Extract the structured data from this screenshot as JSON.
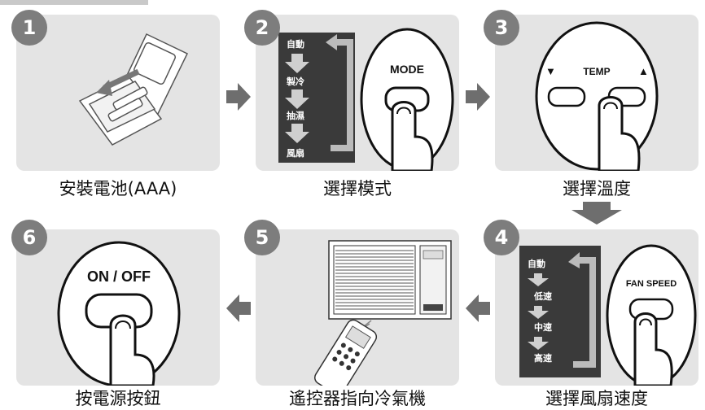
{
  "steps": [
    {
      "number": "1",
      "caption": "安裝電池(AAA)"
    },
    {
      "number": "2",
      "caption": "選擇模式",
      "button": "MODE",
      "modes": [
        "自動",
        "製冷",
        "抽濕",
        "風扇"
      ]
    },
    {
      "number": "3",
      "caption": "選擇溫度",
      "button": "TEMP",
      "down_symbol": "▼",
      "up_symbol": "▲"
    },
    {
      "number": "4",
      "caption": "選擇風扇速度",
      "button": "FAN SPEED",
      "speeds": [
        "自動",
        "低速",
        "中速",
        "高速"
      ]
    },
    {
      "number": "5",
      "caption": "遙控器指向冷氣機"
    },
    {
      "number": "6",
      "caption": "按電源按鈕",
      "button": "ON / OFF"
    }
  ],
  "colors": {
    "panel": "#e4e4e4",
    "badge": "#7d7d7d",
    "arrow": "#6e6e6e",
    "dark_box": "#3a3a3a"
  }
}
